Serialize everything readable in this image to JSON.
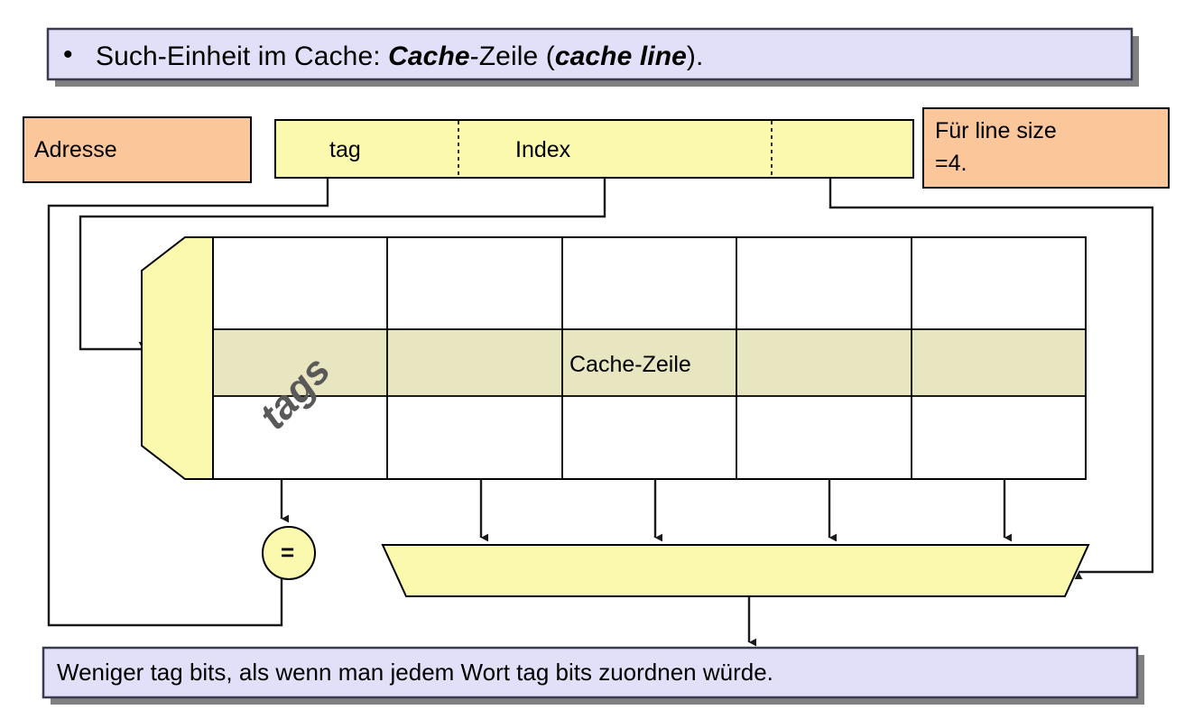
{
  "slide": {
    "title_box": {
      "bullet": "•",
      "segments": [
        {
          "text": "Such-Einheit im Cache: ",
          "style": "normal"
        },
        {
          "text": "Cache",
          "style": "bold-italic"
        },
        {
          "text": "-Zeile",
          "style": "bold"
        },
        {
          "text": " (",
          "style": "normal"
        },
        {
          "text": "cache line",
          "style": "bold-italic"
        },
        {
          "text": ").",
          "style": "normal"
        }
      ],
      "plain": "Such-Einheit im Cache: Cache-Zeile (cache line).",
      "fill": "#e2e0f8",
      "border": "#3b3b4f",
      "shadow": "#808080"
    },
    "footer_box": {
      "segments": [
        {
          "text": "Weniger ",
          "style": "normal"
        },
        {
          "text": "tag bits",
          "style": "italic"
        },
        {
          "text": ", als wenn man jedem Wort ",
          "style": "normal"
        },
        {
          "text": "tag bits",
          "style": "italic"
        },
        {
          "text": " zuordnen würde.",
          "style": "normal"
        }
      ],
      "plain": "Weniger tag bits, als wenn man jedem Wort tag bits zuordnen würde.",
      "fill": "#e2e0f8",
      "border": "#3b3b4f",
      "shadow": "#808080"
    }
  },
  "diagram": {
    "address_box": {
      "label": "Adresse",
      "fill": "#fac69a",
      "border": "#000000"
    },
    "note_box": {
      "segments": [
        {
          "text": "Für ",
          "style": "normal"
        },
        {
          "text": "line size",
          "style": "italic"
        },
        {
          "text": " =4.",
          "style": "normal"
        }
      ],
      "line1": "Für line size",
      "line2": "=4.",
      "plain": "Für line size =4.",
      "fill": "#fac69a",
      "border": "#000000"
    },
    "address_fields": {
      "fill": "#fbf9ad",
      "border": "#000000",
      "divider_style": "dashed",
      "fields": [
        {
          "label": "tag",
          "style": "italic",
          "has_label": true
        },
        {
          "label": "Index",
          "style": "normal",
          "has_label": true
        },
        {
          "label": "",
          "style": "normal",
          "has_label": false
        }
      ]
    },
    "decoder": {
      "name": "decoder",
      "fill": "#fbf9ad",
      "border": "#000000"
    },
    "cache_array": {
      "fill": "#fbf9ad",
      "highlight_fill": "#e8e6c0",
      "border": "#000000",
      "rows": 3,
      "columns": 5,
      "highlighted_row_index": 1,
      "tags_column_label": "tags",
      "selected_line_label": "Cache-Zeile"
    },
    "comparator": {
      "label": "=",
      "fill": "#fbf9ad",
      "border": "#000000"
    },
    "multiplexer": {
      "label": "",
      "fill": "#fbf9ad",
      "border": "#000000",
      "input_count": 4
    },
    "wires": {
      "color": "#1a1a1a",
      "tag_to_comparator": "tag field → comparator",
      "index_to_decoder": "index field → decoder",
      "offset_to_mux_select": "offset field → multiplexer select",
      "tags_column_to_comparator": "tags column → comparator",
      "data_columns_to_mux": "data columns → multiplexer",
      "mux_to_output": "multiplexer → output"
    }
  }
}
